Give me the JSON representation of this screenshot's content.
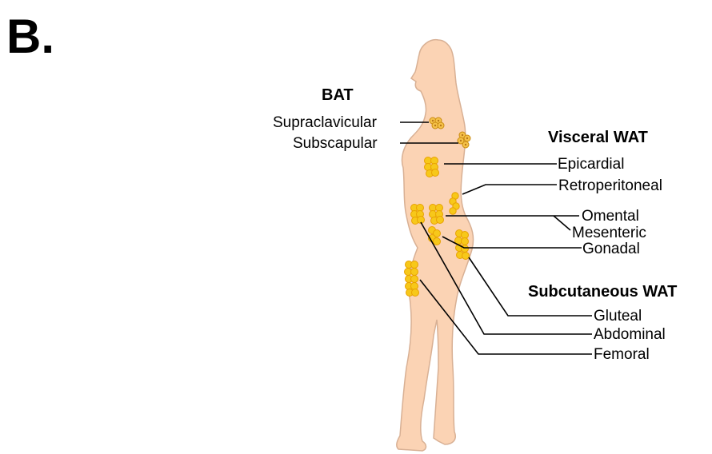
{
  "panel_label": "B.",
  "bat": {
    "heading": "BAT",
    "depots": [
      "Supraclavicular",
      "Subscapular"
    ]
  },
  "visceral_wat": {
    "heading": "Visceral WAT",
    "depots": [
      "Epicardial",
      "Retroperitoneal",
      "Omental",
      "Mesenteric",
      "Gonadal"
    ]
  },
  "subcutaneous_wat": {
    "heading": "Subcutaneous WAT",
    "depots": [
      "Gluteal",
      "Abdominal",
      "Femoral"
    ]
  },
  "colors": {
    "skin": "#fbd3b4",
    "skin_outline": "#d8b094",
    "white_fat": "#f7c81a",
    "brown_fat": "#f5c24a",
    "line": "#000000"
  }
}
